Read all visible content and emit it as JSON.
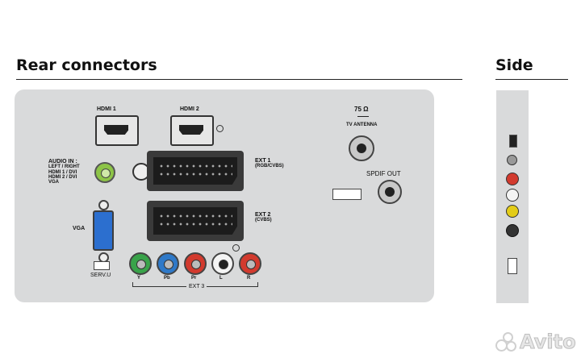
{
  "headings": {
    "rear": "Rear connectors",
    "side": "Side"
  },
  "rear": {
    "hdmi1": "HDMI 1",
    "hdmi2": "HDMI 2",
    "audio_in": [
      "AUDIO IN :",
      "LEFT / RIGHT",
      "HDMI 1 / DVI",
      "HDMI 2 / DVI",
      "VGA"
    ],
    "ext1": {
      "name": "EXT 1",
      "sub": "(RGB/CVBS)"
    },
    "ext2": {
      "name": "EXT 2",
      "sub": "(CVBS)"
    },
    "vga": "VGA",
    "serv": "SERV.U",
    "ext3": {
      "name": "EXT 3",
      "jacks": [
        "Y",
        "Pb",
        "Pr",
        "L",
        "R"
      ]
    },
    "antenna": {
      "ohm": "75 Ω",
      "name": "TV ANTENNA"
    },
    "spdif": "SPDIF OUT"
  },
  "watermark": "Avito",
  "colors": {
    "panel": "#d9dadb",
    "green": "#39a34a",
    "blue": "#2f79c8",
    "red": "#d23a2e",
    "white": "#f4f4f4",
    "yellow": "#e3cc18",
    "audio_green": "#8dc447"
  }
}
